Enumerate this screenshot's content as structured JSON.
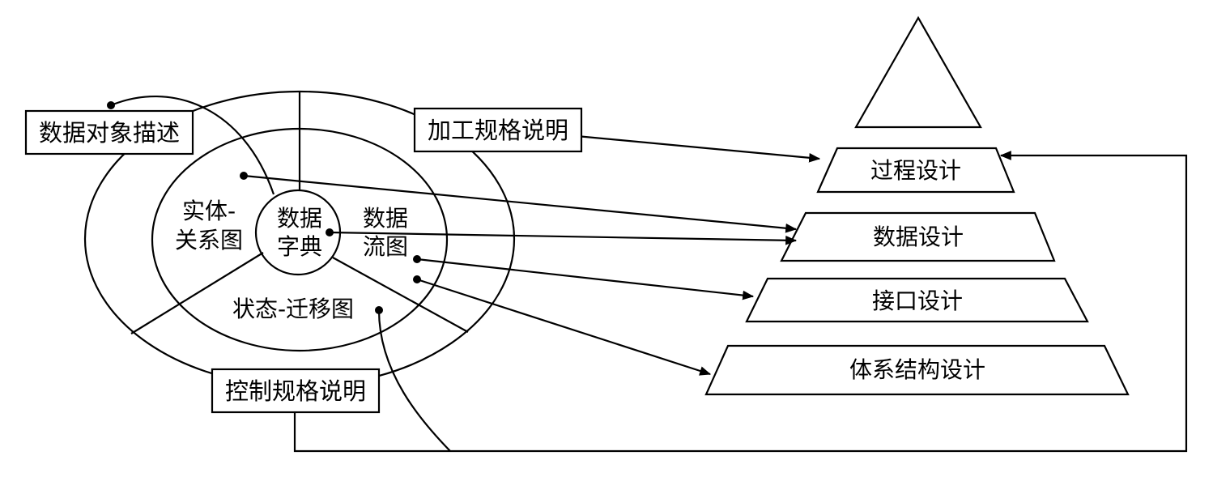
{
  "analysis_model": {
    "core": [
      "数据",
      "字典"
    ],
    "entity_relationship": [
      "实体-",
      "关系图"
    ],
    "data_flow": [
      "数据",
      "流图"
    ],
    "state_transition": "状态-迁移图",
    "data_object_description": "数据对象描述",
    "process_specification": "加工规格说明",
    "control_specification": "控制规格说明"
  },
  "design_model": {
    "layers": [
      {
        "label": "过程设计"
      },
      {
        "label": "数据设计"
      },
      {
        "label": "接口设计"
      },
      {
        "label": "体系结构设计"
      }
    ]
  },
  "colors": {
    "stroke": "#000000",
    "background": "#ffffff"
  }
}
